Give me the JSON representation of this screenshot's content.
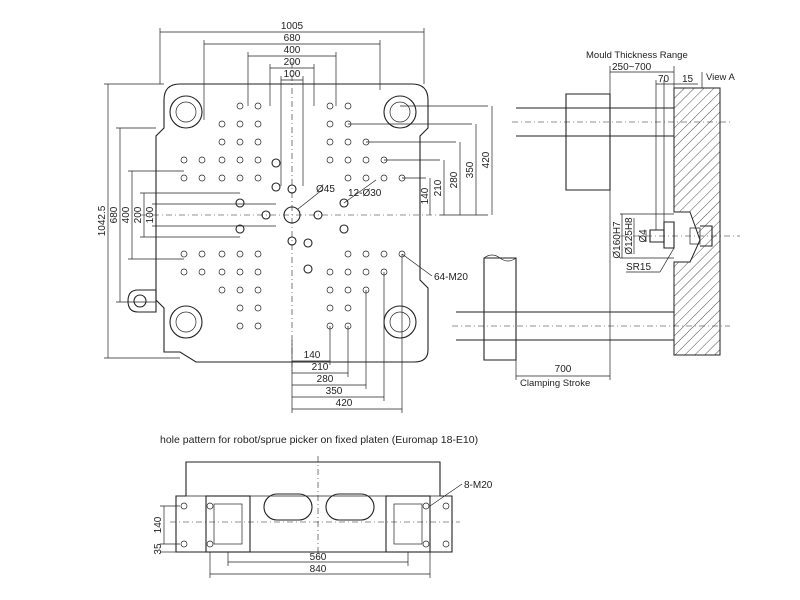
{
  "platen_dims": {
    "top": [
      "1005",
      "680",
      "400",
      "200",
      "100"
    ],
    "left": [
      "1042.5",
      "680",
      "400",
      "200",
      "100"
    ],
    "right": [
      "420",
      "350",
      "280",
      "210",
      "140"
    ],
    "bottom": [
      "140",
      "210",
      "280",
      "350",
      "420"
    ],
    "hole_d45": "Ø45",
    "holes_12xd30": "12-Ø30",
    "thread_64m20": "64-M20"
  },
  "side_view": {
    "mould_thickness_title": "Mould Thickness Range",
    "mould_thickness_value": "250~700",
    "dim_70": "70",
    "dim_15": "15",
    "view_a": "View A",
    "d160": "Ø160H7",
    "d125": "Ø125H8",
    "d4": "Ø4",
    "sr15": "SR15",
    "dim_700": "700",
    "clamping_stroke": "Clamping Stroke"
  },
  "robot_pattern": {
    "title": "hole pattern for robot/sprue picker on fixed platen (Euromap 18-E10)",
    "thread": "8-M20",
    "dim_140": "140",
    "dim_35": "35",
    "dim_560": "560",
    "dim_840": "840"
  },
  "colors": {
    "line": "#222222",
    "background": "#ffffff"
  }
}
